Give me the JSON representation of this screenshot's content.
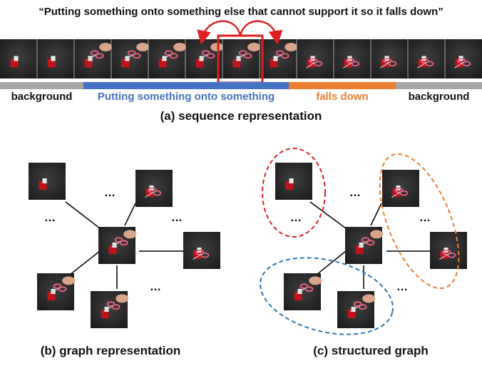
{
  "caption": "“Putting something onto something else that cannot support it so it falls down”",
  "segments": [
    {
      "label": "background",
      "color": "#a6a6a6"
    },
    {
      "label": "Putting something onto something",
      "color": "#4472c4"
    },
    {
      "label": "falls down",
      "color": "#ed7d31"
    },
    {
      "label": "background",
      "color": "#a6a6a6"
    }
  ],
  "panel_titles": {
    "sequence": "(a) sequence representation",
    "graph": "(b) graph representation",
    "structured": "(c) structured graph"
  },
  "ellipsis": "…",
  "group_colors": {
    "highlight": "#e02020",
    "first": "#e02020",
    "second": "#ed7d31",
    "third": "#2e75b6"
  }
}
